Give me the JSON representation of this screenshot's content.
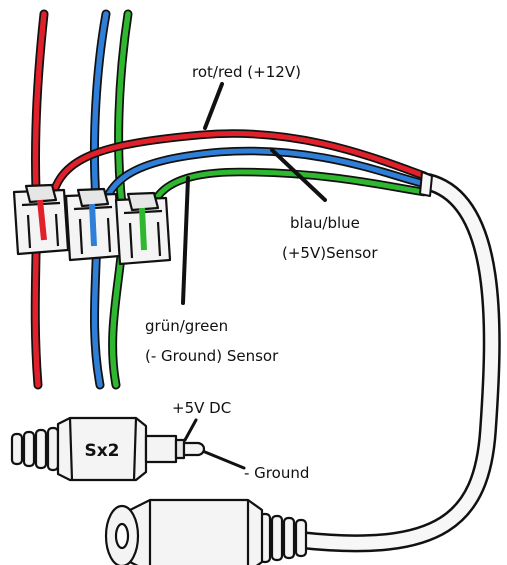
{
  "labels": {
    "red": "rot/red (+12V)",
    "blue_line1": "blau/blue",
    "blue_line2": "(+5V)Sensor",
    "green_line1": "grün/green",
    "green_line2": "(- Ground) Sensor",
    "plus5v": "+5V DC",
    "ground": "- Ground",
    "badge": "Sx2"
  },
  "colors": {
    "red": "#e0202a",
    "blue": "#2f7fd8",
    "green": "#2fb82f",
    "outline": "#111111",
    "connector": "#f4f4f4"
  }
}
